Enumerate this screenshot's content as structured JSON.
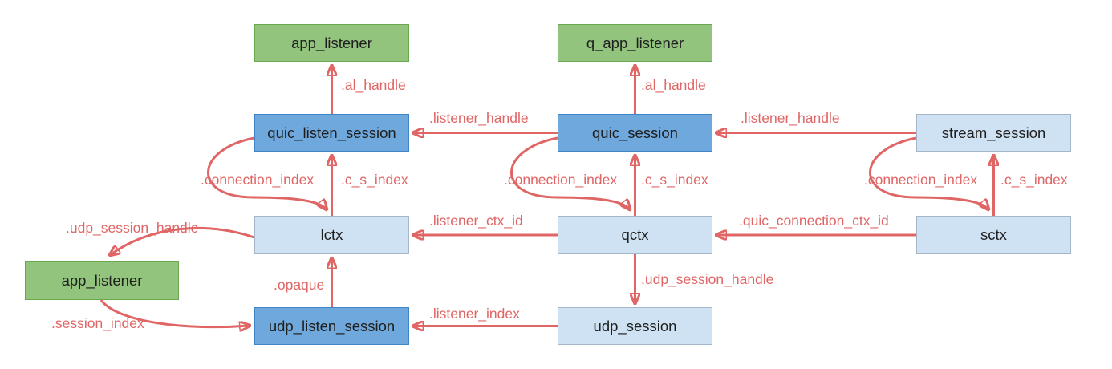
{
  "diagram": {
    "colors": {
      "background": "#ffffff",
      "green_fill": "#93c47d",
      "green_border": "#6aa84f",
      "blue_fill": "#6fa8dc",
      "blue_border": "#3d85c6",
      "lightblue_fill": "#cfe2f3",
      "lightblue_border": "#a4b6c8",
      "arrow": "#e06666",
      "node_text": "#1f1f1f"
    },
    "nodes": [
      {
        "id": "app-listener-top",
        "label": "app_listener",
        "kind": "green"
      },
      {
        "id": "q-app-listener",
        "label": "q_app_listener",
        "kind": "green"
      },
      {
        "id": "quic-listen-session",
        "label": "quic_listen_session",
        "kind": "blue"
      },
      {
        "id": "quic-session",
        "label": "quic_session",
        "kind": "blue"
      },
      {
        "id": "stream-session",
        "label": "stream_session",
        "kind": "lightblue"
      },
      {
        "id": "lctx",
        "label": "lctx",
        "kind": "lightblue"
      },
      {
        "id": "qctx",
        "label": "qctx",
        "kind": "lightblue"
      },
      {
        "id": "sctx",
        "label": "sctx",
        "kind": "lightblue"
      },
      {
        "id": "app-listener-bottom",
        "label": "app_listener",
        "kind": "green"
      },
      {
        "id": "udp-listen-session",
        "label": "udp_listen_session",
        "kind": "blue"
      },
      {
        "id": "udp-session",
        "label": "udp_session",
        "kind": "lightblue"
      }
    ],
    "edge_labels": [
      {
        "id": "al-handle-left",
        "label": ".al_handle",
        "from": "quic_listen_session",
        "to": "app_listener"
      },
      {
        "id": "al-handle-mid",
        "label": ".al_handle",
        "from": "quic_session",
        "to": "q_app_listener"
      },
      {
        "id": "listener-handle-mid",
        "label": ".listener_handle",
        "from": "quic_session",
        "to": "quic_listen_session"
      },
      {
        "id": "listener-handle-right",
        "label": ".listener_handle",
        "from": "stream_session",
        "to": "quic_session"
      },
      {
        "id": "connection-index-left",
        "label": ".connection_index",
        "from": "quic_listen_session",
        "to": "lctx"
      },
      {
        "id": "c-s-index-left",
        "label": ".c_s_index",
        "from": "lctx",
        "to": "quic_listen_session"
      },
      {
        "id": "connection-index-mid",
        "label": ".connection_index",
        "from": "quic_session",
        "to": "qctx"
      },
      {
        "id": "c-s-index-mid",
        "label": ".c_s_index",
        "from": "qctx",
        "to": "quic_session"
      },
      {
        "id": "connection-index-right",
        "label": ".connection_index",
        "from": "stream_session",
        "to": "sctx"
      },
      {
        "id": "c-s-index-right",
        "label": ".c_s_index",
        "from": "sctx",
        "to": "stream_session"
      },
      {
        "id": "udp-session-handle-left",
        "label": ".udp_session_handle",
        "from": "lctx",
        "to": "app_listener"
      },
      {
        "id": "listener-ctx-id",
        "label": ".listener_ctx_id",
        "from": "qctx",
        "to": "lctx"
      },
      {
        "id": "quic-connection-ctx-id",
        "label": ".quic_connection_ctx_id",
        "from": "sctx",
        "to": "qctx"
      },
      {
        "id": "opaque",
        "label": ".opaque",
        "from": "udp_listen_session",
        "to": "lctx"
      },
      {
        "id": "udp-session-handle-mid",
        "label": ".udp_session_handle",
        "from": "qctx",
        "to": "udp_session"
      },
      {
        "id": "listener-index",
        "label": ".listener_index",
        "from": "udp_session",
        "to": "udp_listen_session"
      },
      {
        "id": "session-index",
        "label": ".session_index",
        "from": "app_listener",
        "to": "udp_listen_session"
      }
    ]
  }
}
